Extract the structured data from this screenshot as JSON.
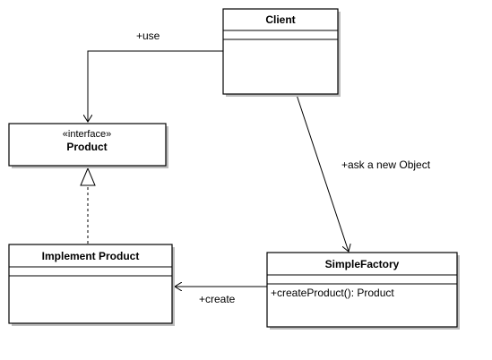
{
  "diagram": {
    "classes": {
      "client": {
        "name": "Client",
        "attributes": [],
        "methods": []
      },
      "product": {
        "stereotype": "«interface»",
        "name": "Product"
      },
      "implement_product": {
        "name": "Implement Product",
        "attributes": [],
        "methods": []
      },
      "simple_factory": {
        "name": "SimpleFactory",
        "attributes": [],
        "methods": [
          "+createProduct(): Product"
        ]
      }
    },
    "relations": {
      "use_label": "+use",
      "ask_label": "+ask a new Object",
      "create_label": "+create"
    },
    "colors": {
      "box_fill": "#ffffff",
      "stroke": "#000000",
      "shadow": "#bdbdbd"
    }
  }
}
